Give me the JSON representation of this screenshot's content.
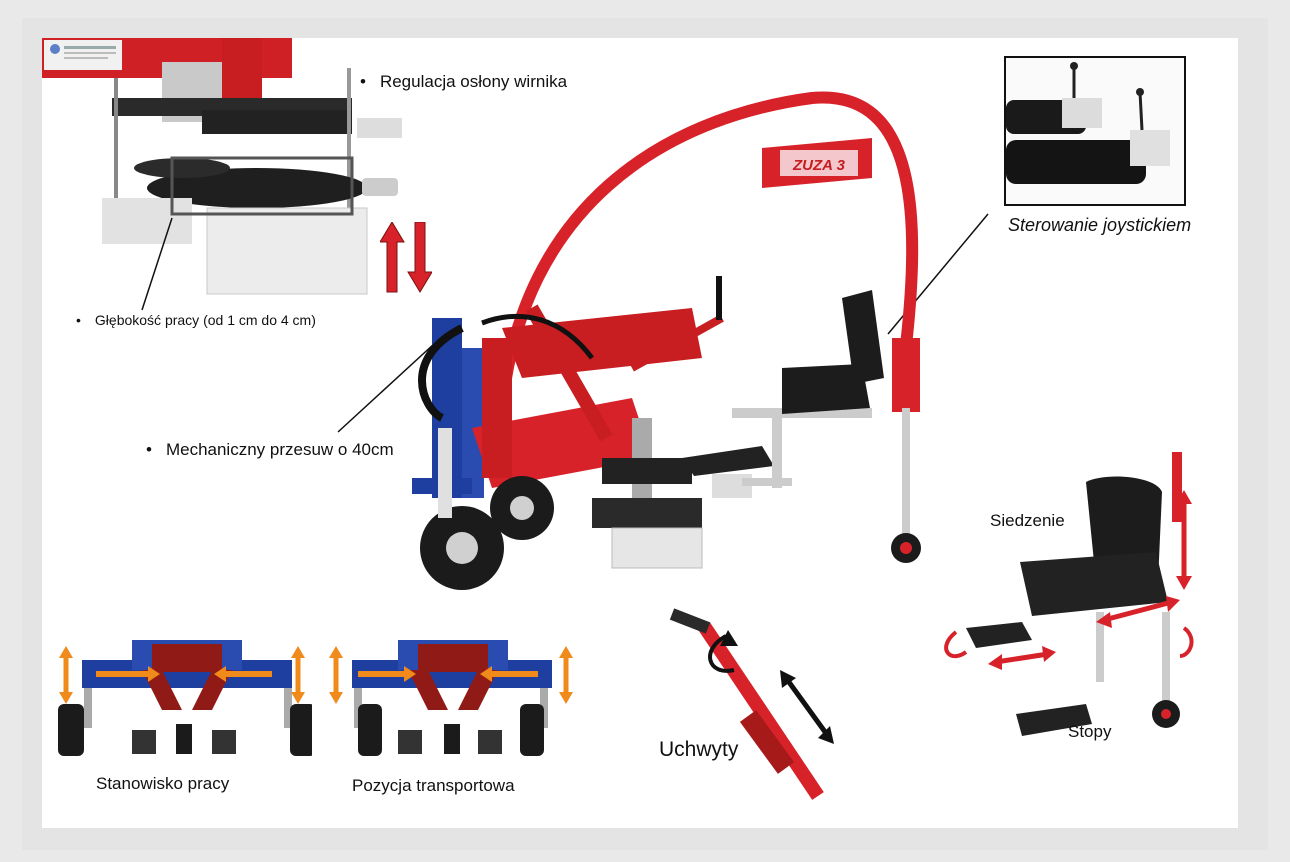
{
  "labels": {
    "rotor_guard": "Regulacja osłony wirnika",
    "depth": "Głębokość pracy (od 1 cm do 4 cm)",
    "shift": "Mechaniczny przesuw o 40cm",
    "joystick": "Sterowanie joystickiem",
    "seat": "Siedzenie",
    "feet": "Stopy",
    "handles": "Uchwyty",
    "work_position": "Stanowisko pracy",
    "transport_position": "Pozycja transportowa",
    "frame_badge": "ZUZA 3"
  },
  "colors": {
    "frame_red": "#d8222a",
    "frame_blue": "#1e3fa0",
    "dark_red": "#8f1a16",
    "seat_black": "#1c1c1c",
    "arrow_orange": "#f08a1a",
    "background": "#ffffff",
    "border": "#e4e4e4"
  },
  "icons": {
    "up_down_arrows": "red-up-down-arrows-icon",
    "orange_arrows": "orange-double-arrow-icon",
    "rotation_arrow": "curved-rotation-arrow-icon"
  }
}
